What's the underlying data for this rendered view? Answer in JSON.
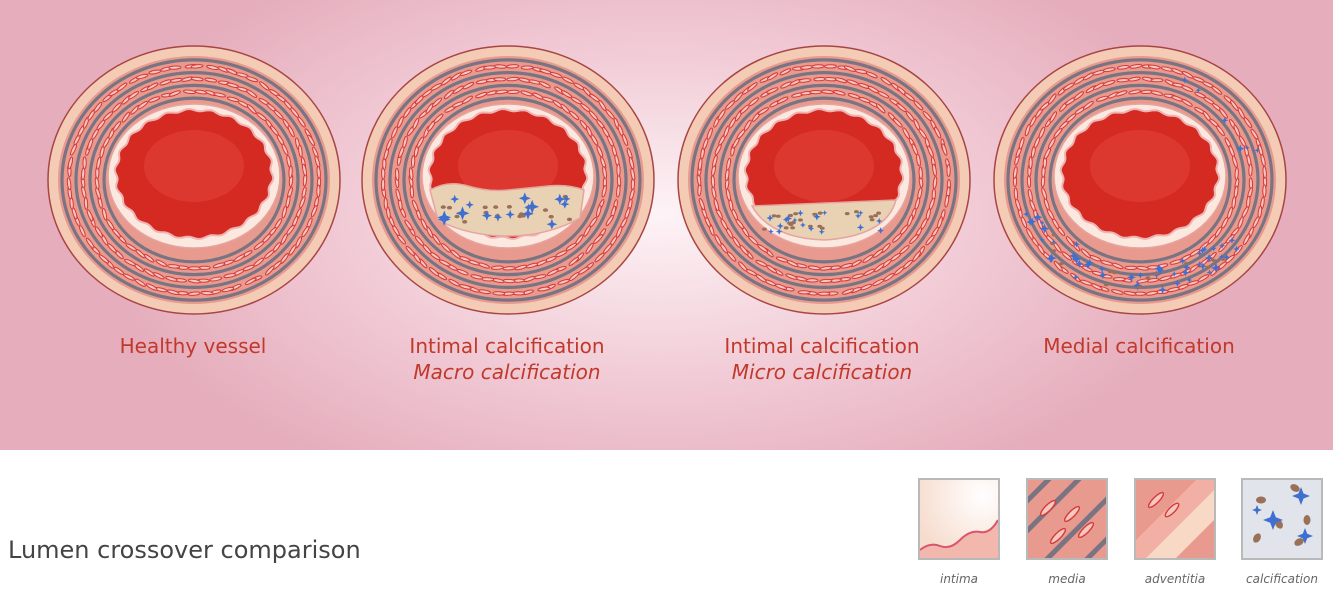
{
  "vessels": [
    {
      "label": "Healthy vessel",
      "sublabel": "",
      "plaque": "none"
    },
    {
      "label": "Intimal calcification",
      "sublabel": "Macro calcification",
      "plaque": "macro"
    },
    {
      "label": "Intimal calcification",
      "sublabel": "Micro calcification",
      "plaque": "micro"
    },
    {
      "label": "Medial calcification",
      "sublabel": "",
      "plaque": "medial"
    }
  ],
  "caption": "Lumen crossover comparison",
  "legend": [
    {
      "label": "intima",
      "icon": "intima-swatch"
    },
    {
      "label": "media",
      "icon": "media-swatch"
    },
    {
      "label": "adventitia",
      "icon": "adventitia-swatch"
    },
    {
      "label": "calcification",
      "icon": "calcification-swatch"
    }
  ],
  "colors": {
    "lumen": "#d42a22",
    "lumen_highlight": "#e6463c",
    "adventitia": "#f4ccb6",
    "ring_band": "#e89a8e",
    "ring_line": "#7a7482",
    "fiber": "#d63a3a",
    "intima": "#fbe8df",
    "plaque": "#e9d2b4",
    "calcification_star": "#3e6fd1",
    "calcification_deposit": "#9a7058",
    "label": "#c0392b",
    "caption": "#444444"
  }
}
